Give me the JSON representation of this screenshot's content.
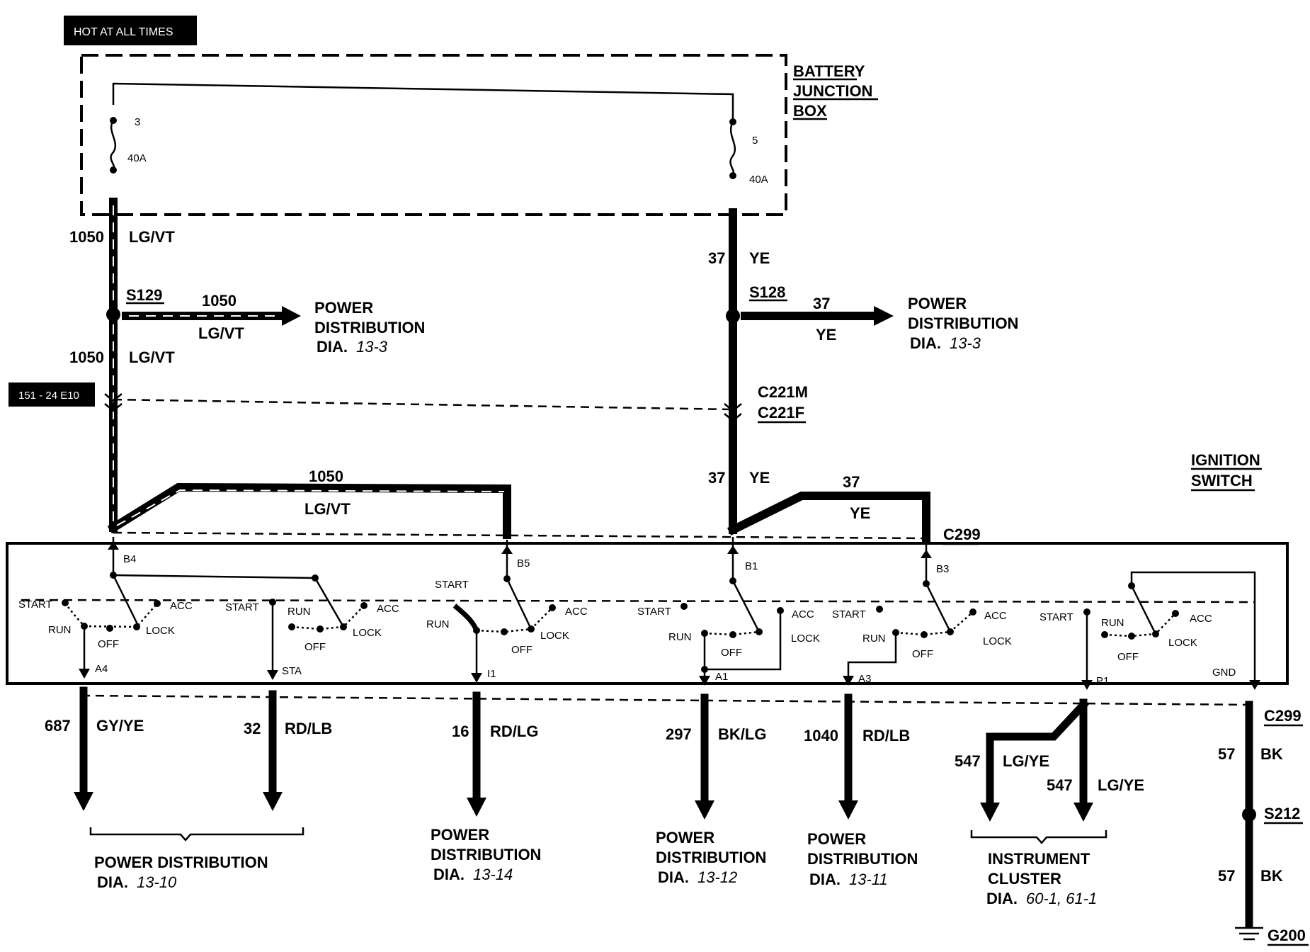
{
  "header_tag": "HOT AT ALL TIMES",
  "connector_tag": "151 - 24 E10",
  "battery_box": {
    "line1": "BATTERY",
    "line2": "JUNCTION",
    "line3": "BOX"
  },
  "fuses": [
    {
      "number": "3",
      "rating": "40A"
    },
    {
      "number": "5",
      "rating": "40A"
    }
  ],
  "left_feed": {
    "circuit": "1050",
    "color": "LG/VT",
    "splice": "S129",
    "dest": {
      "line1": "POWER",
      "line2": "DISTRIBUTION",
      "dia": "DIA.",
      "ref": "13-3"
    }
  },
  "right_feed": {
    "circuit": "37",
    "color": "YE",
    "splice": "S128",
    "connector_m": "C221M",
    "connector_f": "C221F",
    "dest": {
      "line1": "POWER",
      "line2": "DISTRIBUTION",
      "dia": "DIA.",
      "ref": "13-3"
    }
  },
  "ignition_switch": {
    "line1": "IGNITION",
    "line2": "SWITCH",
    "connector": "C299"
  },
  "switch_pins_top": [
    "B4",
    "B5",
    "B1",
    "B3"
  ],
  "switch_pins_bottom": [
    "A4",
    "STA",
    "I1",
    "A1",
    "A3",
    "P1",
    "GND"
  ],
  "positions": {
    "start": "START",
    "run": "RUN",
    "off": "OFF",
    "lock": "LOCK",
    "acc": "ACC"
  },
  "outputs": [
    {
      "circuit": "687",
      "color": "GY/YE"
    },
    {
      "circuit": "32",
      "color": "RD/LB"
    },
    {
      "circuit": "16",
      "color": "RD/LG"
    },
    {
      "circuit": "297",
      "color": "BK/LG"
    },
    {
      "circuit": "1040",
      "color": "RD/LB"
    },
    {
      "circuit": "547",
      "color": "LG/YE"
    },
    {
      "circuit": "547",
      "color": "LG/YE"
    }
  ],
  "destinations": [
    {
      "line1": "POWER DISTRIBUTION",
      "line2": "",
      "dia": "DIA.",
      "ref": "13-10"
    },
    {
      "line1": "POWER",
      "line2": "DISTRIBUTION",
      "dia": "DIA.",
      "ref": "13-14"
    },
    {
      "line1": "POWER",
      "line2": "DISTRIBUTION",
      "dia": "DIA.",
      "ref": "13-12"
    },
    {
      "line1": "POWER",
      "line2": "DISTRIBUTION",
      "dia": "DIA.",
      "ref": "13-11"
    },
    {
      "line1": "INSTRUMENT",
      "line2": "CLUSTER",
      "dia": "DIA.",
      "ref": "60-1, 61-1"
    }
  ],
  "ground": {
    "connector": "C299",
    "circuit": "57",
    "color": "BK",
    "splice": "S212",
    "ground_id": "G200"
  }
}
